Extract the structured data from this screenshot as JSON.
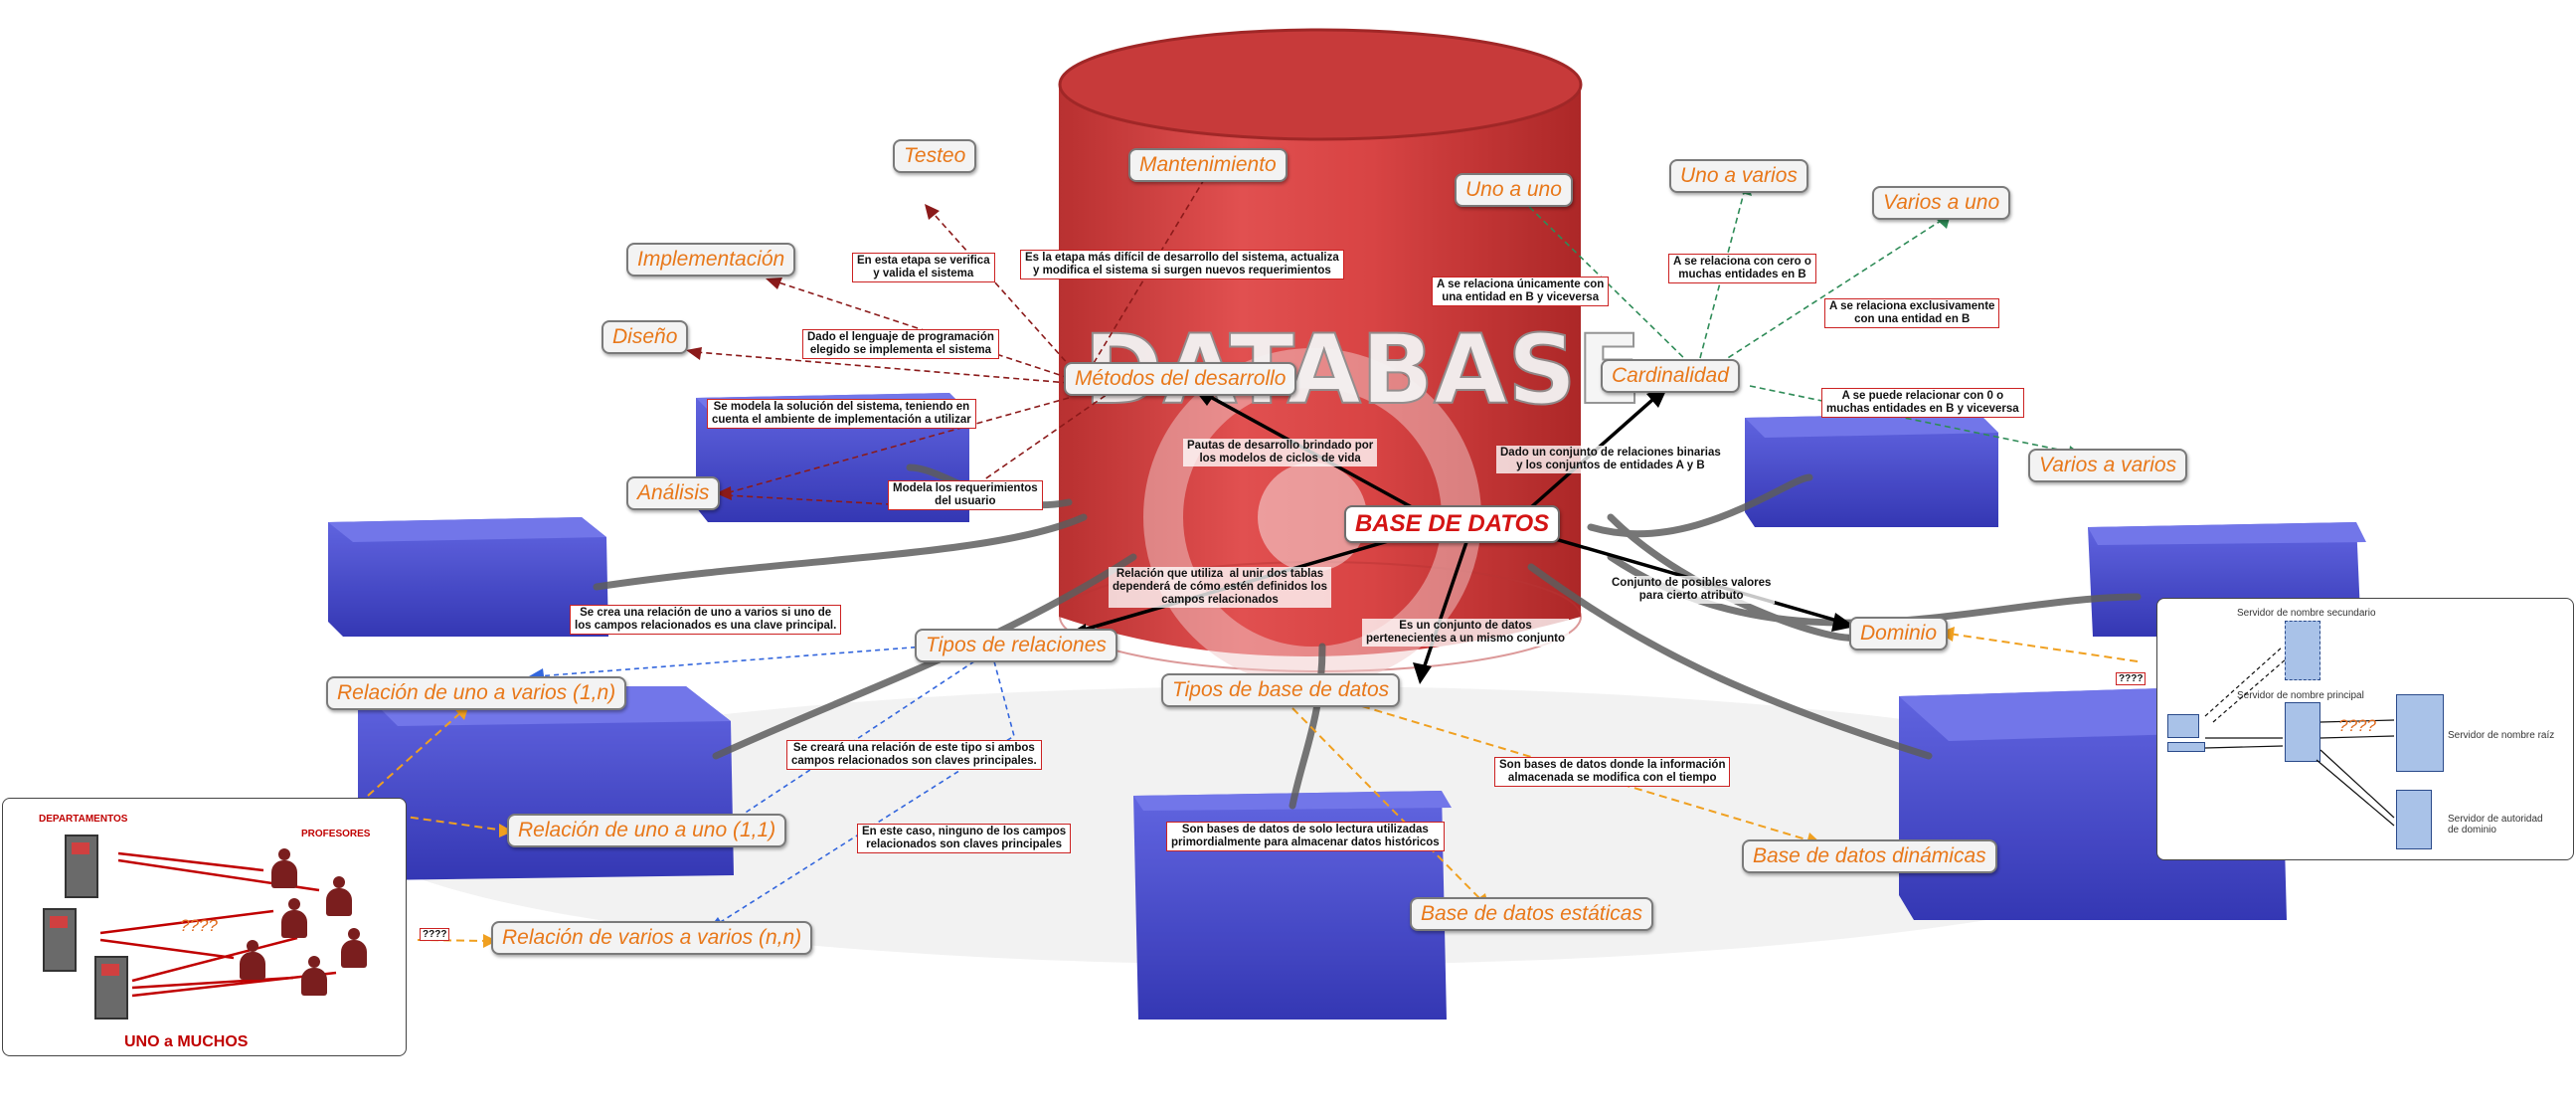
{
  "main": "BASE DE DATOS",
  "watermark": "DATABASE",
  "nodes": {
    "testeo": "Testeo",
    "mantenimiento": "Mantenimiento",
    "implementacion": "Implementación",
    "diseno": "Diseño",
    "metodos": "Métodos del desarrollo",
    "analisis": "Análisis",
    "uno_a_uno": "Uno a uno",
    "uno_a_varios": "Uno a varios",
    "varios_a_uno": "Varios a uno",
    "cardinalidad": "Cardinalidad",
    "varios_a_varios": "Varios a varios",
    "dominio": "Dominio",
    "tipos_relaciones": "Tipos de relaciones",
    "tipos_bd": "Tipos de base de datos",
    "rel_1n": "Relación de uno a varios (1,n)",
    "rel_11": "Relación de uno a uno (1,1)",
    "rel_nn": "Relación de varios a varios (n,n)",
    "bd_dinamicas": "Base de datos dinámicas",
    "bd_estaticas": "Base de datos estáticas"
  },
  "labels": {
    "testeo": "En esta etapa se verifica\ny valida el sistema",
    "mantenimiento": "Es la etapa más difícil de desarrollo del sistema, actualiza\ny modifica el sistema si surgen nuevos requerimientos",
    "implementacion": "Dado el lenguaje de programación\nelegido se implementa el sistema",
    "diseno": "Se modela la solución del sistema, teniendo en\ncuenta el ambiente de implementación a utilizar",
    "analisis": "Modela los requerimientos\ndel usuario",
    "metodos": "Pautas de desarrollo brindado por\nlos modelos de ciclos de vida",
    "cardinalidad": "Dado un conjunto de relaciones binarias\ny los conjuntos de entidades A y B",
    "uno_a_uno": "A se relaciona únicamente con\nuna entidad en B y viceversa",
    "uno_a_varios": "A se relaciona con cero o\nmuchas entidades en B",
    "varios_a_uno": "A se relaciona exclusivamente\ncon una entidad en B",
    "varios_a_varios": "A se puede relacionar con 0 o\nmuchas entidades en B y viceversa",
    "dominio": "Conjunto de posibles valores\npara cierto atributo",
    "tipos_relaciones": "Relación que utiliza  al unir dos tablas\ndependerá de cómo estén definidos los\ncampos relacionados",
    "tipos_bd": "Es un conjunto de datos\npertenecientes a un mismo conjunto",
    "rel_1n": "Se crea una relación de uno a varios si uno de\nlos campos relacionados es una clave principal.",
    "rel_11": "Se creará una relación de este tipo si ambos\ncampos relacionados son claves principales.",
    "rel_nn": "En este caso, ninguno de los campos\nrelacionados son claves principales",
    "bd_dinamicas": "Son bases de datos donde la información\nalmacenada se modifica con el tiempo",
    "bd_estaticas": "Son bases de datos de solo lectura utilizadas\nprimordialmente para almacenar datos históricos"
  },
  "left_panel": {
    "departamentos": "DEPARTAMENTOS",
    "profesores": "PROFESORES",
    "question": "????",
    "footer": "UNO   a   MUCHOS",
    "marker": "????"
  },
  "right_panel": {
    "secundario": "Servidor de nombre secundario",
    "principal": "Servidor de nombre principal",
    "raiz": "Servidor de nombre raíz",
    "autoridad": "Servidor de autoridad\nde dominio",
    "question": "????",
    "marker": "????"
  },
  "colors": {
    "node_text": "#e8781a",
    "main_text": "#d41414",
    "development_arrows": "#8b1a1a",
    "cardinality_arrows": "#2e8b57",
    "relation_arrows": "#3366dd",
    "orange_arrows": "#f0a020"
  }
}
